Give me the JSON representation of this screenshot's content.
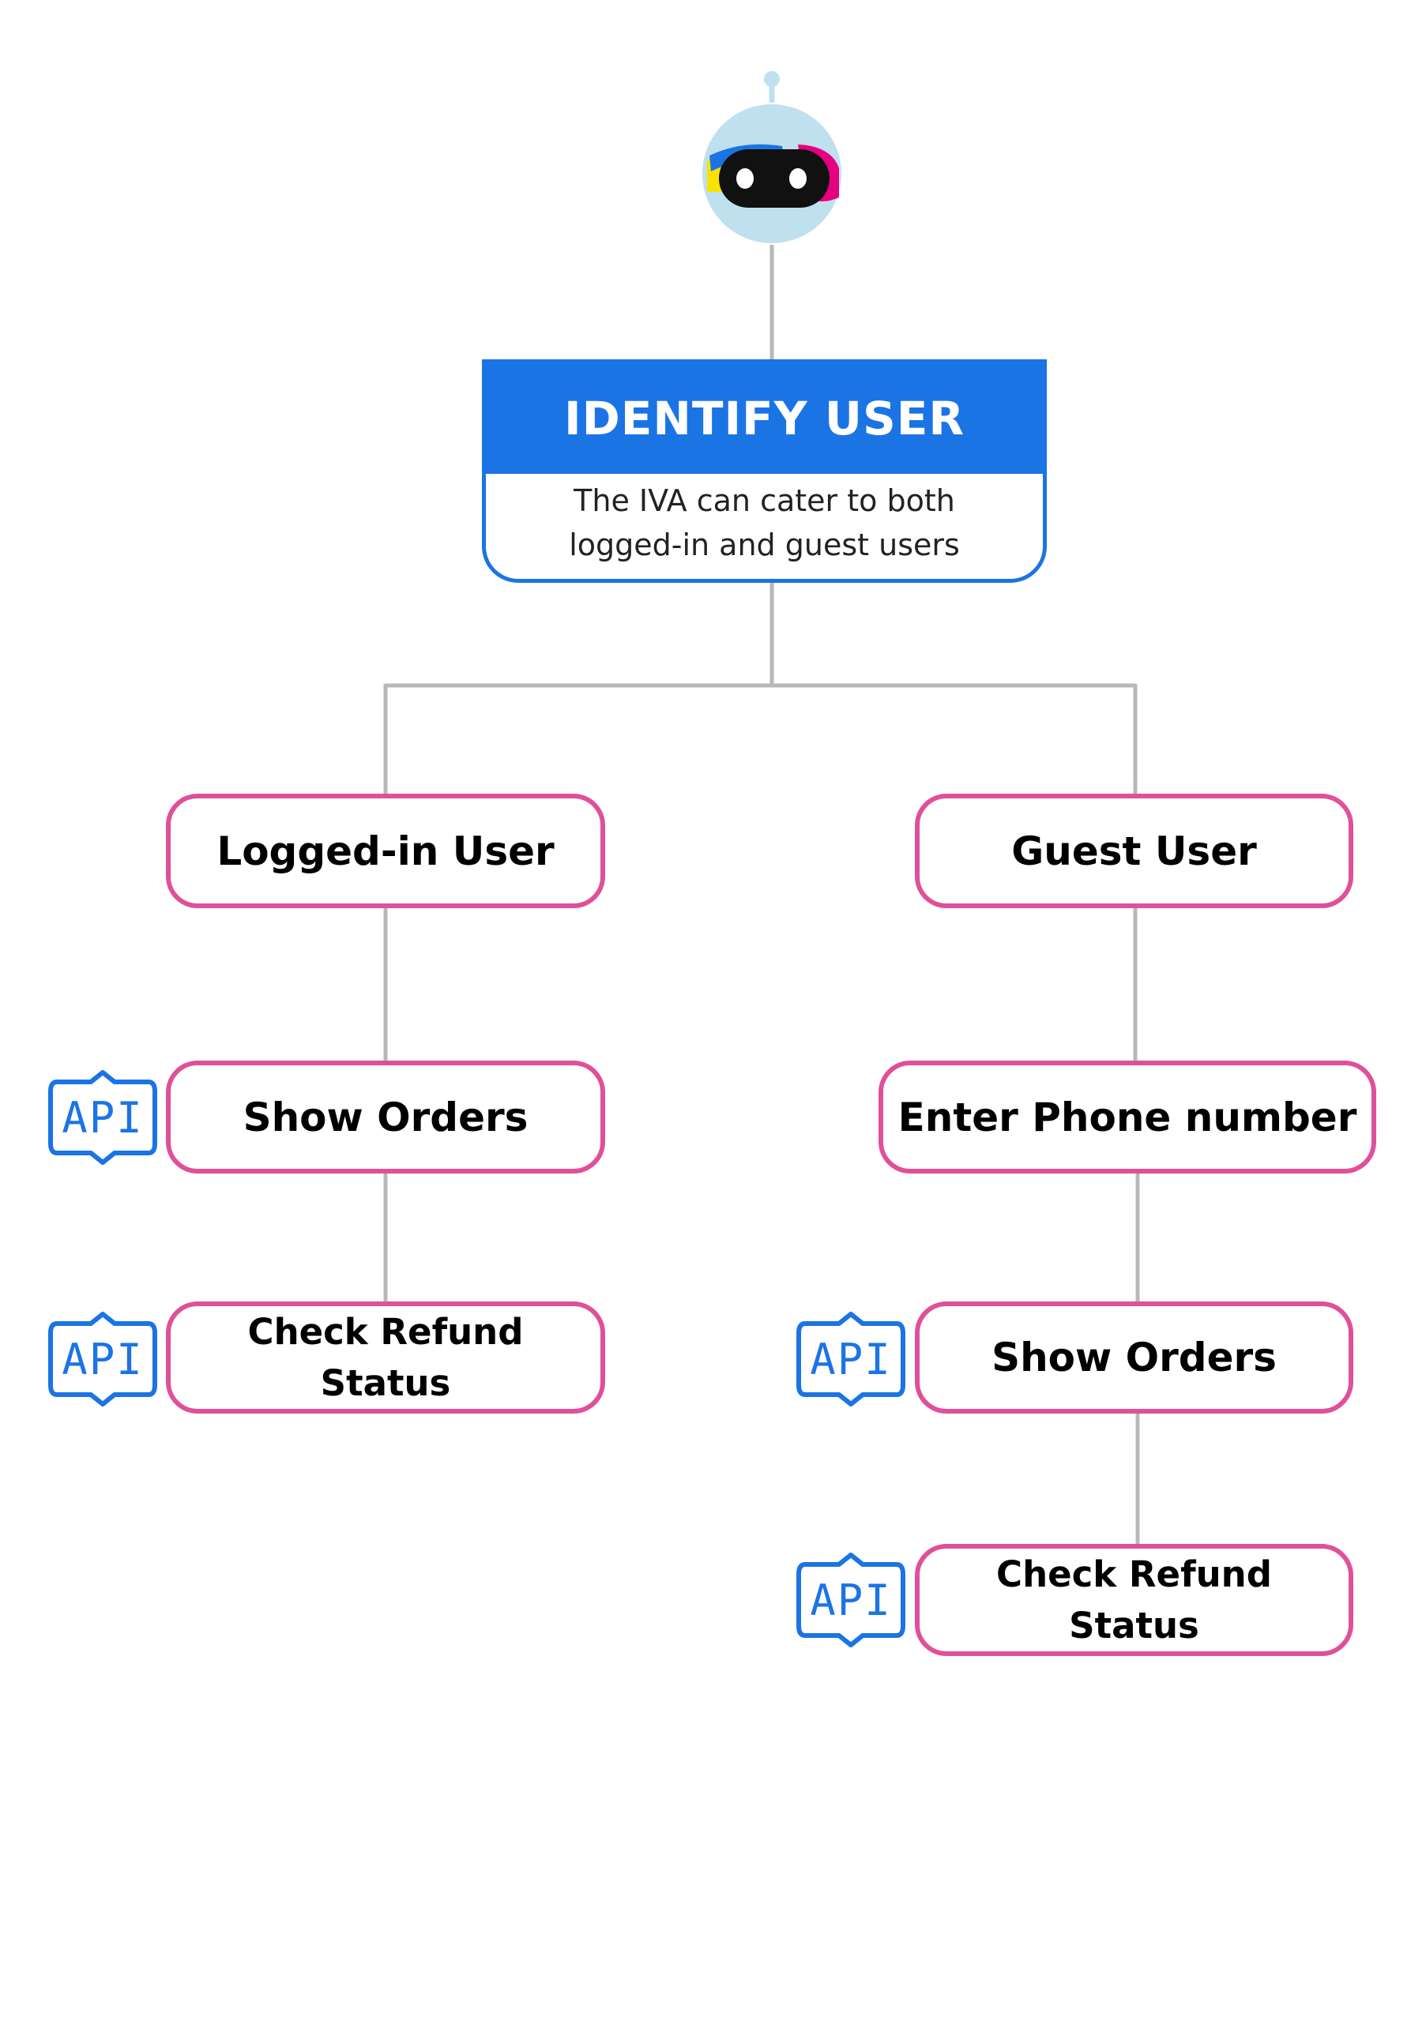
{
  "colors": {
    "identify_blue": "#1b74e4",
    "node_border_pink": "#e0509a",
    "connector_gray": "#b8b8b8",
    "api_blue": "#1b74e4",
    "robot_head": "#bfe0ef"
  },
  "root": {
    "icon": "robot-icon",
    "title": "IDENTIFY USER",
    "description_line1": "The IVA can cater to both",
    "description_line2": "logged-in and guest users"
  },
  "branches": {
    "logged_in": {
      "label": "Logged-in User",
      "steps": [
        {
          "label": "Show Orders",
          "api": "API"
        },
        {
          "label_line1": "Check Refund",
          "label_line2": "Status",
          "api": "API"
        }
      ]
    },
    "guest": {
      "label": "Guest User",
      "steps": [
        {
          "label": "Enter Phone number"
        },
        {
          "label": "Show Orders",
          "api": "API"
        },
        {
          "label_line1": "Check Refund",
          "label_line2": "Status",
          "api": "API"
        }
      ]
    }
  }
}
